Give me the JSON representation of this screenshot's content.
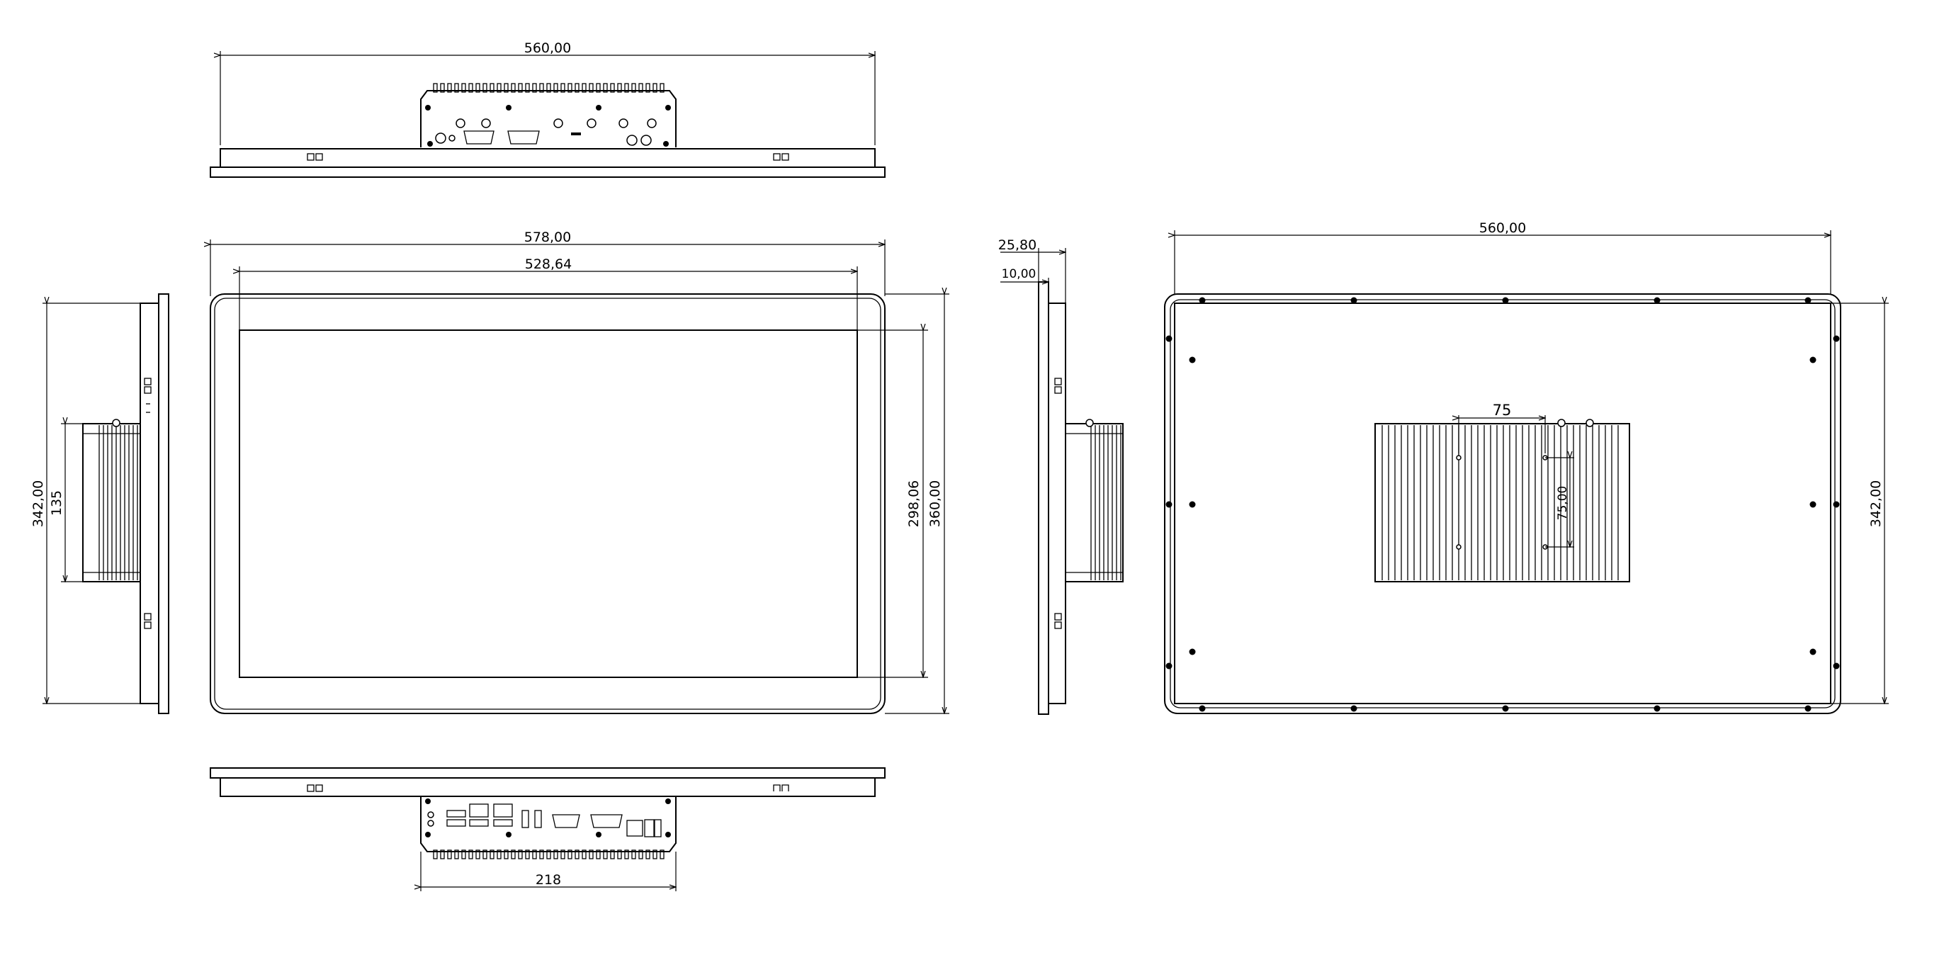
{
  "dimensions": {
    "top_width": "560,00",
    "front_outer_width": "578,00",
    "front_view_width": "528,64",
    "side_total_depth": "25,80",
    "side_frame_depth": "10,00",
    "rear_width": "560,00",
    "rear_vesa_horizontal": "75",
    "rear_vesa_vertical": "75,00",
    "rear_height": "342,00",
    "left_height": "342,00",
    "left_box_height": "135",
    "front_view_height": "298,06",
    "front_outer_height": "360,00",
    "bottom_box_width": "218"
  }
}
